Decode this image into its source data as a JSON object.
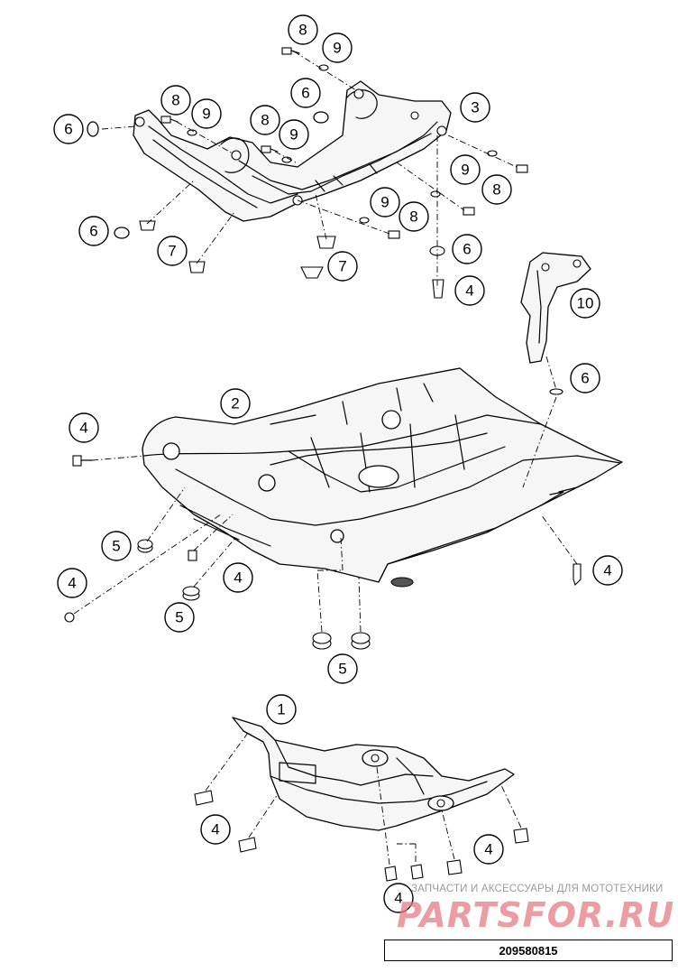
{
  "diagram": {
    "drawing_number": "209580815",
    "callouts": {
      "c01": "8",
      "c02": "9",
      "c03": "6",
      "c04": "3",
      "c05": "8",
      "c06": "9",
      "c07": "6",
      "c08": "8",
      "c09": "9",
      "c10": "9",
      "c11": "8",
      "c12": "6",
      "c13": "7",
      "c14": "9",
      "c15": "8",
      "c16": "7",
      "c17": "6",
      "c18": "4",
      "c19": "10",
      "c20": "6",
      "c21": "2",
      "c22": "4",
      "c23": "5",
      "c24": "4",
      "c25": "4",
      "c26": "4",
      "c27": "5",
      "c28": "5",
      "c29": "1",
      "c30": "4",
      "c31": "4",
      "c32": "4"
    }
  },
  "watermark": {
    "caption": "ЗАПЧАСТИ И АКСЕССУАРЫ ДЛЯ МОТОТЕХНИКИ",
    "logo": "PARTSFOR.RU"
  }
}
